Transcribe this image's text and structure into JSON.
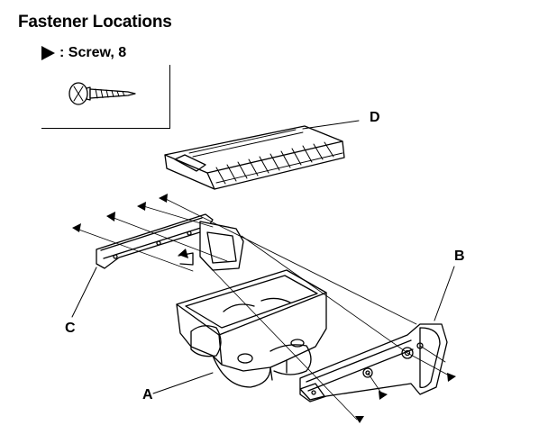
{
  "title": "Fastener Locations",
  "legend": {
    "icon": "triangle-pointer-icon",
    "text": ": Screw, 8"
  },
  "callouts": {
    "a": "A",
    "b": "B",
    "c": "C",
    "d": "D"
  },
  "colors": {
    "line": "#000000",
    "background": "#ffffff"
  }
}
